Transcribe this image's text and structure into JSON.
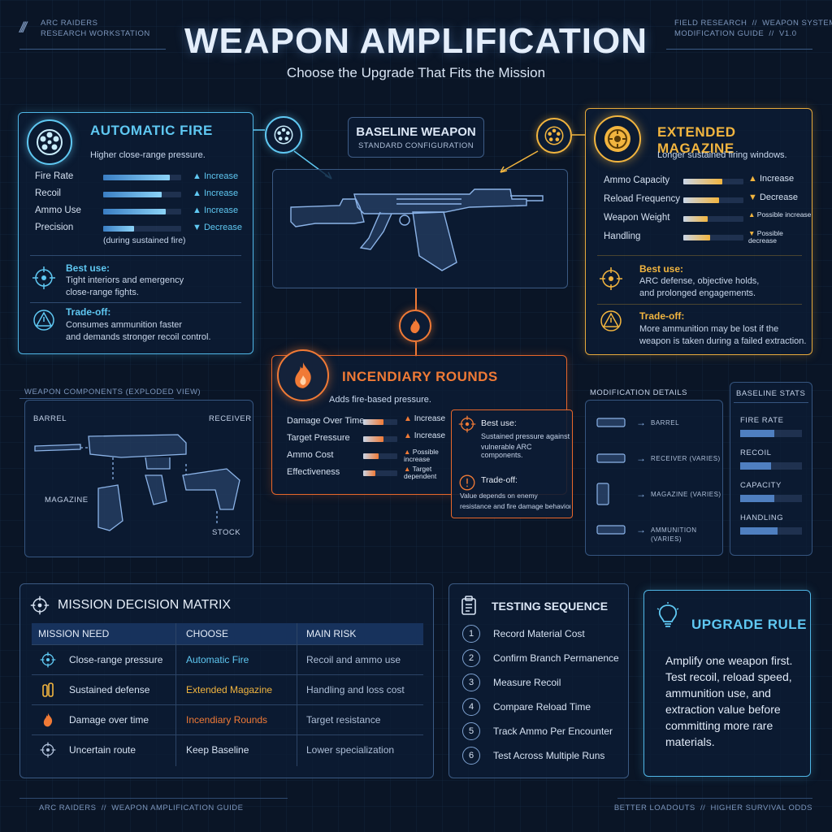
{
  "header": {
    "left_line1": "ARC RAIDERS",
    "left_line2": "RESEARCH WORKSTATION",
    "right_line1": "FIELD RESEARCH  //  WEAPON SYSTEMS",
    "right_line2": "MODIFICATION GUIDE  //  v1.0",
    "title": "WEAPON AMPLIFICATION",
    "subtitle": "Choose the Upgrade That Fits the Mission"
  },
  "baseline": {
    "title": "BASELINE WEAPON",
    "subtitle": "STANDARD CONFIGURATION"
  },
  "automatic": {
    "title": "AUTOMATIC FIRE",
    "tagline": "Higher close-range pressure.",
    "stats": [
      {
        "label": "Fire Rate",
        "effect": "Increase",
        "level": 0.85
      },
      {
        "label": "Recoil",
        "effect": "Increase",
        "level": 0.75
      },
      {
        "label": "Ammo Use",
        "effect": "Increase",
        "level": 0.8
      },
      {
        "label": "Precision",
        "effect": "Decrease",
        "level": 0.4
      }
    ],
    "note": "(during sustained fire)",
    "best_label": "Best use:",
    "best_text1": "Tight interiors and emergency",
    "best_text2": "close-range fights.",
    "trade_label": "Trade-off:",
    "trade_text1": "Consumes ammunition faster",
    "trade_text2": "and demands stronger recoil control."
  },
  "extended": {
    "title": "EXTENDED MAGAZINE",
    "tagline": "Longer sustained firing windows.",
    "stats": [
      {
        "label": "Ammo Capacity",
        "effect": "Increase",
        "level": 0.65
      },
      {
        "label": "Reload Frequency",
        "effect": "Decrease",
        "level": 0.6
      },
      {
        "label": "Weapon Weight",
        "effect": "Possible increase",
        "level": 0.4
      },
      {
        "label": "Handling",
        "effect": "Possible decrease",
        "level": 0.45
      }
    ],
    "best_label": "Best use:",
    "best_text1": "ARC defense, objective holds,",
    "best_text2": "and prolonged engagements.",
    "trade_label": "Trade-off:",
    "trade_text1": "More ammunition may be lost if the",
    "trade_text2": "weapon is taken during a failed extraction."
  },
  "incendiary": {
    "title": "INCENDIARY ROUNDS",
    "tagline": "Adds fire-based pressure.",
    "stats": [
      {
        "label": "Damage Over Time",
        "effect": "Increase",
        "level": 0.6
      },
      {
        "label": "Target Pressure",
        "effect": "Increase",
        "level": 0.6
      },
      {
        "label": "Ammo Cost",
        "effect": "Possible increase",
        "level": 0.45
      },
      {
        "label": "Effectiveness",
        "effect": "Target dependent",
        "level": 0.35
      }
    ],
    "best_label": "Best use:",
    "best_text1": "Sustained pressure against",
    "best_text2": "vulnerable ARC components.",
    "trade_label": "Trade-off:",
    "trade_text1": "Value depends on enemy",
    "trade_text2": "resistance and fire damage behavior."
  },
  "components": {
    "title": "WEAPON COMPONENTS (EXPLODED VIEW)",
    "barrel": "BARREL",
    "receiver": "RECEIVER",
    "magazine": "MAGAZINE",
    "stock": "STOCK"
  },
  "modification": {
    "title": "MODIFICATION DETAILS",
    "items": [
      "BARREL",
      "RECEIVER (VARIES)",
      "MAGAZINE (VARIES)",
      "AMMUNITION (VARIES)"
    ]
  },
  "baseline_stats": {
    "title": "BASELINE STATS",
    "items": [
      {
        "label": "FIRE RATE",
        "level": 0.55
      },
      {
        "label": "RECOIL",
        "level": 0.5
      },
      {
        "label": "CAPACITY",
        "level": 0.55
      },
      {
        "label": "HANDLING",
        "level": 0.6
      }
    ]
  },
  "matrix": {
    "title": "MISSION DECISION MATRIX",
    "headers": [
      "MISSION NEED",
      "CHOOSE",
      "MAIN RISK"
    ],
    "rows": [
      {
        "need": "Close-range pressure",
        "choose": "Automatic Fire",
        "risk": "Recoil and ammo use",
        "color": "#5fc8f2"
      },
      {
        "need": "Sustained defense",
        "choose": "Extended Magazine",
        "risk": "Handling and loss cost",
        "color": "#f2b53f"
      },
      {
        "need": "Damage over time",
        "choose": "Incendiary Rounds",
        "risk": "Target resistance",
        "color": "#f07a36"
      },
      {
        "need": "Uncertain route",
        "choose": "Keep Baseline",
        "risk": "Lower specialization",
        "color": "#d6e2f2"
      }
    ]
  },
  "testing": {
    "title": "TESTING SEQUENCE",
    "steps": [
      "Record Material Cost",
      "Confirm Branch Permanence",
      "Measure Recoil",
      "Compare Reload Time",
      "Track Ammo Per Encounter",
      "Test Across Multiple Runs"
    ],
    "numbers": [
      "1",
      "2",
      "3",
      "4",
      "5",
      "6"
    ]
  },
  "rule": {
    "title": "UPGRADE RULE",
    "lines": [
      "Amplify one weapon first.",
      "Test recoil, reload speed,",
      "ammunition use, and",
      "extraction value before",
      "committing more rare",
      "materials."
    ]
  },
  "footer": {
    "left": "ARC RAIDERS  //  WEAPON AMPLIFICATION GUIDE",
    "right": "BETTER LOADOUTS  //  HIGHER SURVIVAL ODDS"
  },
  "colors": {
    "cyan": "#5fc8f2",
    "gold": "#f2b53f",
    "orange": "#f07a36",
    "frame": "#4d6f9c"
  }
}
